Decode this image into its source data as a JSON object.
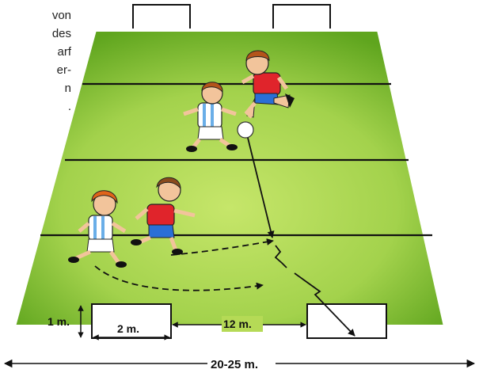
{
  "side_text_lines": [
    "von",
    "des",
    "arf",
    "er-",
    "n",
    "."
  ],
  "dimensions": {
    "goal_height": "1 m.",
    "goal_width": "2 m.",
    "goal_distance": "12 m.",
    "field_width": "20-25 m."
  },
  "colors": {
    "field_light": "#b8dd5a",
    "field_dark": "#6fb321",
    "jersey_red": "#e0242b",
    "shorts_blue": "#2a6fd6",
    "stripe_blue": "#6aaee8"
  }
}
